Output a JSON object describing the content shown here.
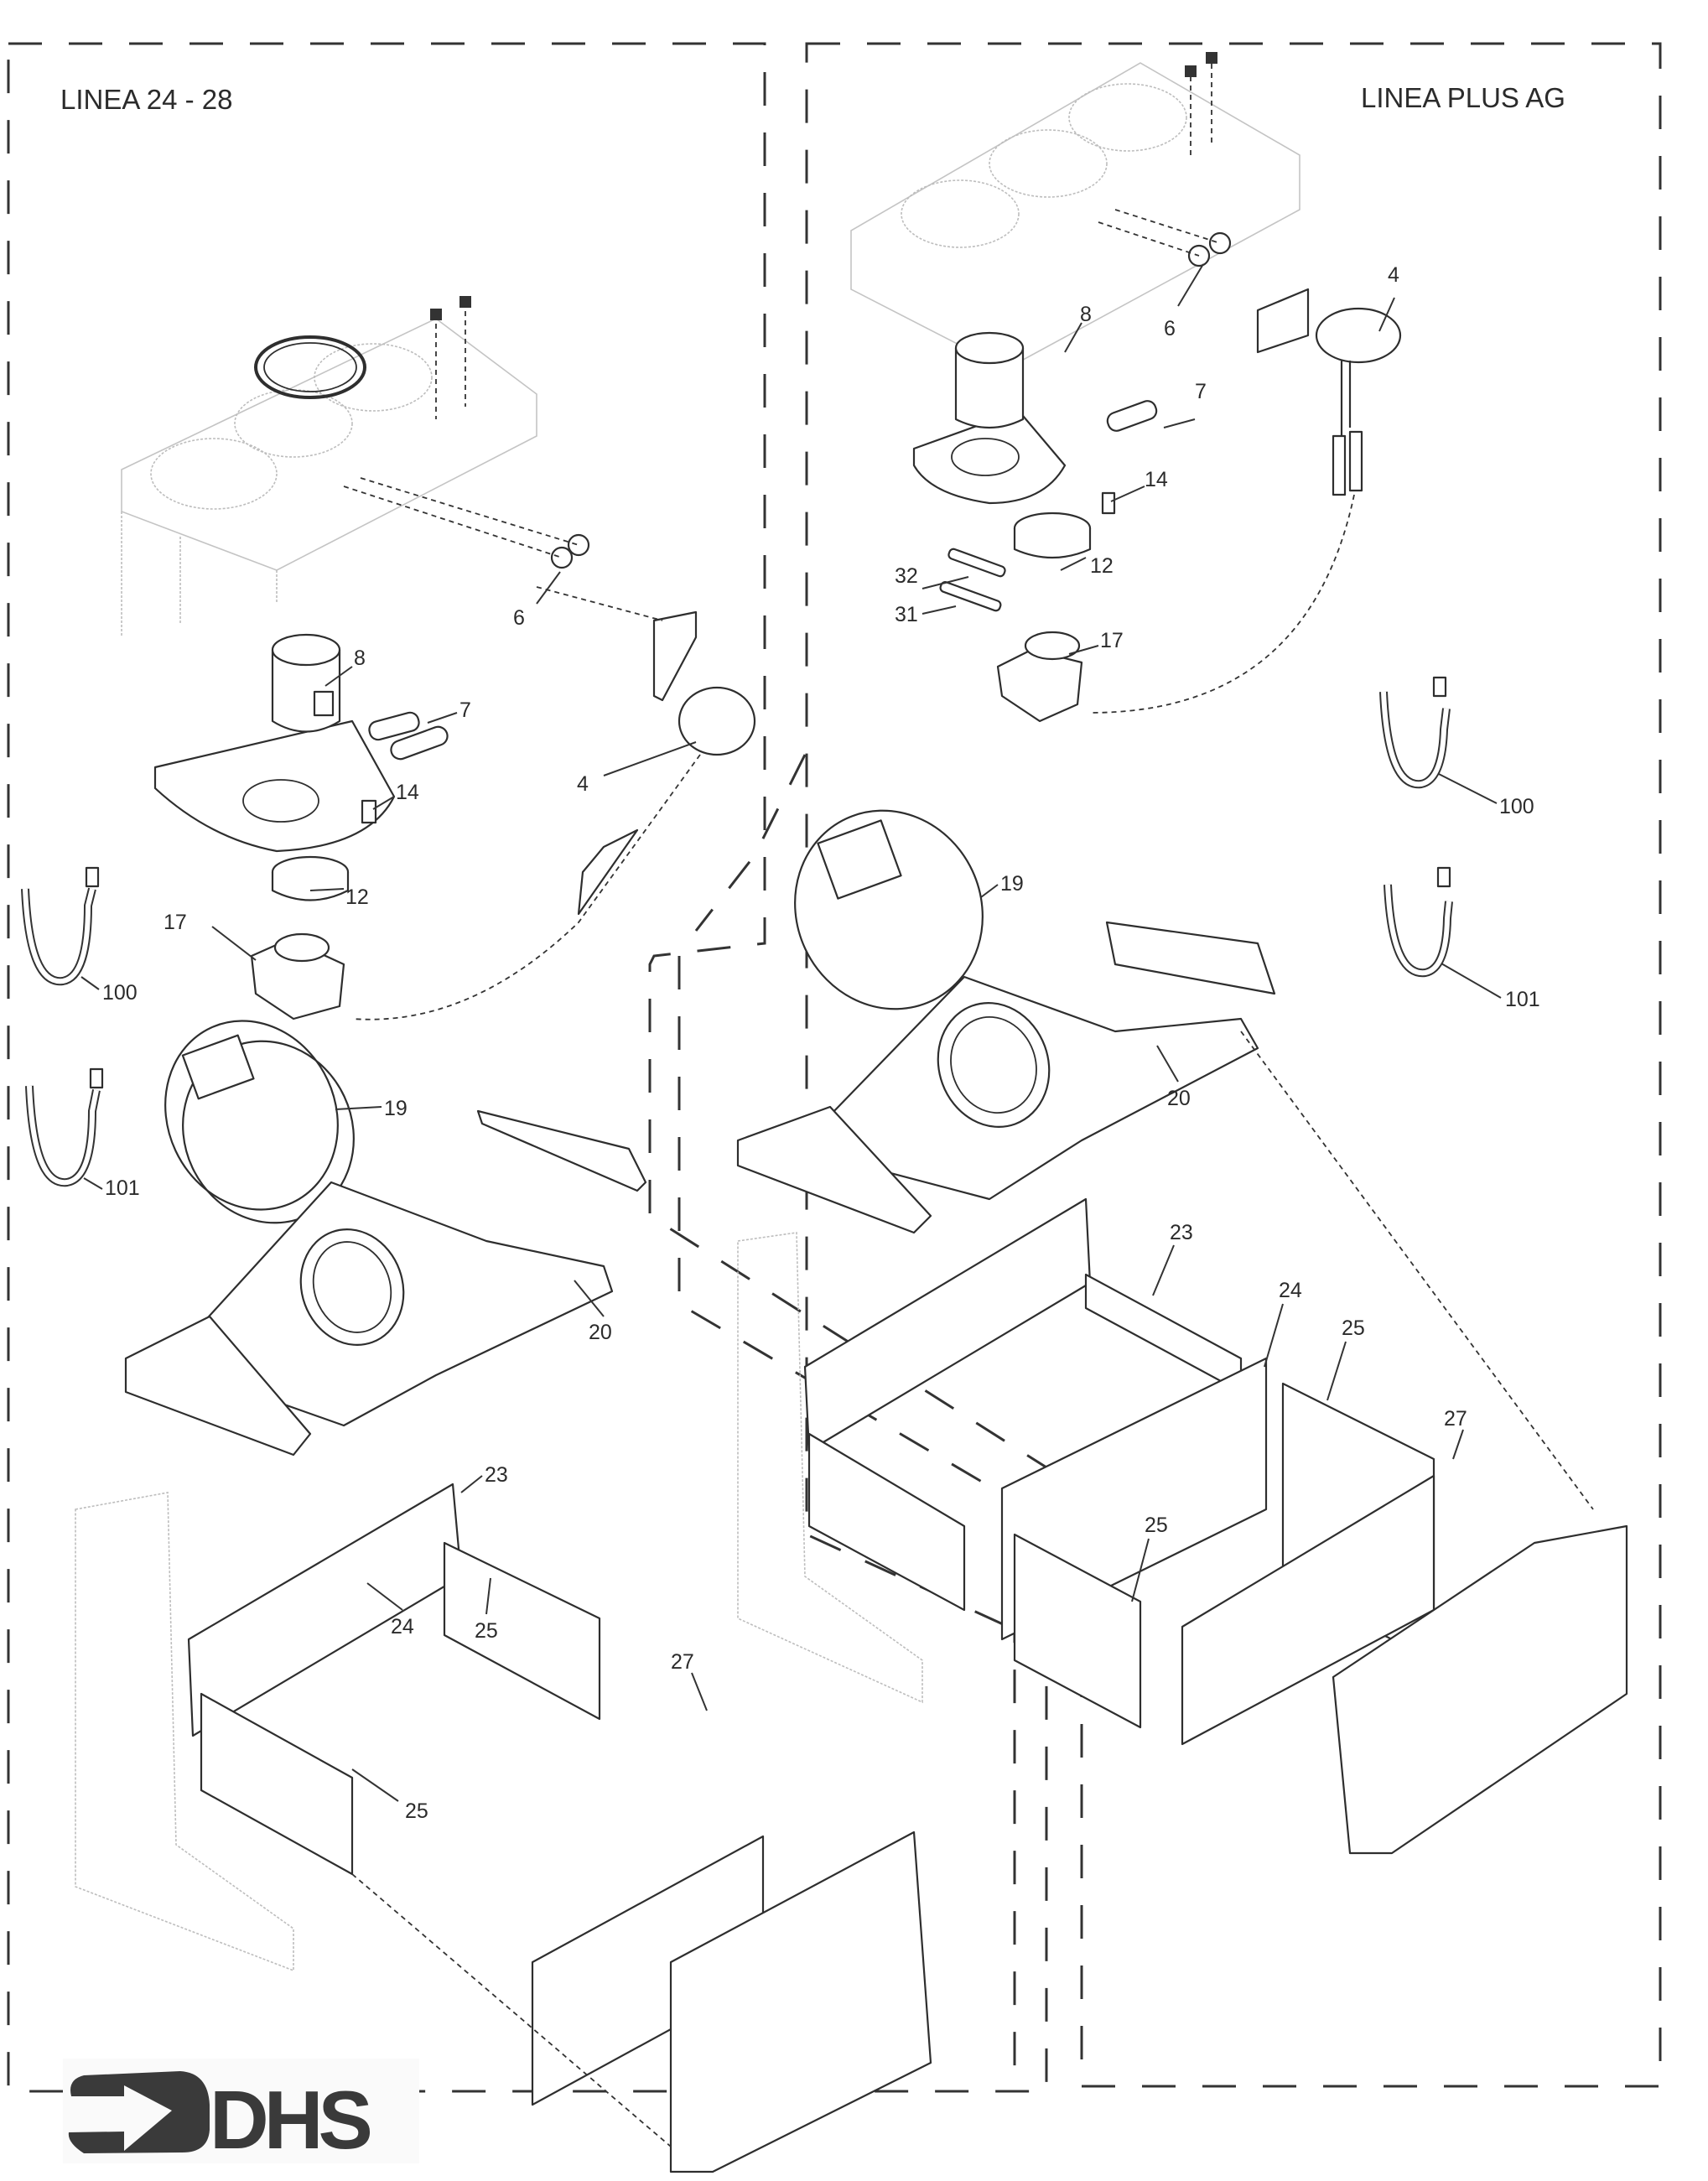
{
  "document": {
    "type": "exploded parts diagram",
    "brand": "DHS"
  },
  "panels": {
    "left": {
      "title": "LINEA 24 - 28",
      "callouts": [
        "4",
        "6",
        "7",
        "8",
        "12",
        "14",
        "17",
        "19",
        "20",
        "23",
        "24",
        "25",
        "25",
        "27",
        "100",
        "101"
      ]
    },
    "right": {
      "title": "LINEA PLUS AG",
      "callouts": [
        "4",
        "6",
        "7",
        "8",
        "12",
        "14",
        "17",
        "19",
        "20",
        "23",
        "24",
        "25",
        "25",
        "27",
        "31",
        "32",
        "100",
        "101"
      ]
    }
  },
  "logo": {
    "text": "DHS",
    "icon": "arrow-bracket-logo-icon"
  },
  "colors": {
    "ink": "#2b2b2b",
    "ghost_outline": "#bdbdbd",
    "paper": "#ffffff"
  }
}
